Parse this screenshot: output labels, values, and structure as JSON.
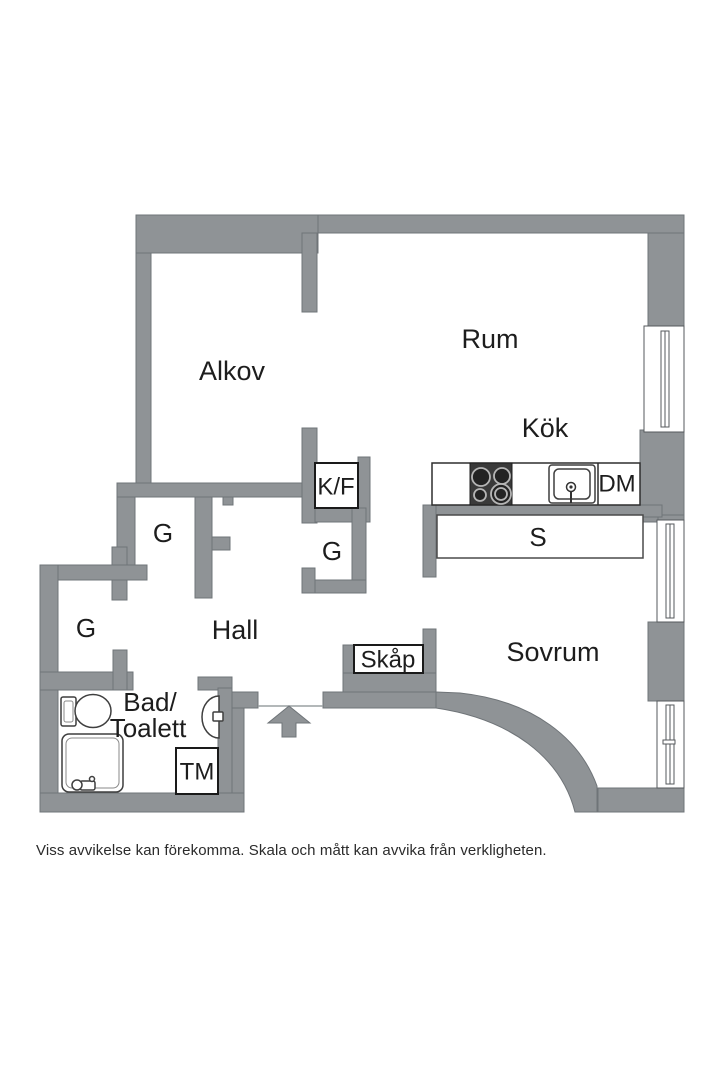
{
  "page": {
    "background": "#ffffff"
  },
  "plan": {
    "colors": {
      "wall": "#8f9396",
      "wall_outline": "#6f7478",
      "label_text": "#1d1d1d",
      "stove_body": "#3a3a3a",
      "burner_ring": "#b5b5b5",
      "burner_center": "#232323"
    },
    "rooms": {
      "alkov": "Alkov",
      "rum": "Rum",
      "kok": "Kök",
      "hall": "Hall",
      "sovrum": "Sovrum",
      "bad_toalett_line1": "Bad/",
      "bad_toalett_line2": "Toalett"
    },
    "closets": {
      "kf": "K/F",
      "g_top": "G",
      "g_middle": "G",
      "g_left": "G",
      "skap": "Skåp",
      "s": "S"
    },
    "appliances": {
      "dm": "DM",
      "tm": "TM"
    }
  },
  "footer": {
    "disclaimer": "Viss avvikelse kan förekomma. Skala och mått kan avvika från verkligheten."
  }
}
